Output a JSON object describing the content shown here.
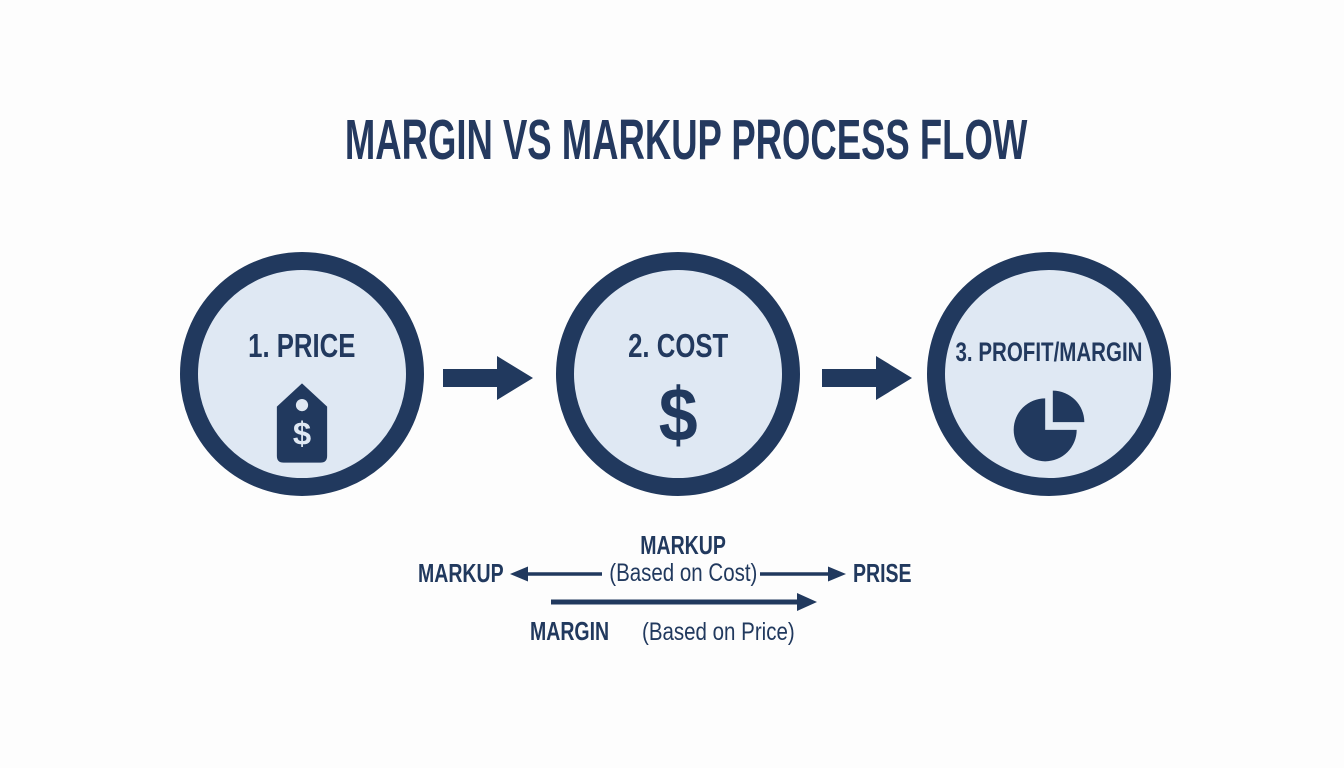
{
  "title": "MARGIN VS MARKUP PROCESS FLOW",
  "steps": [
    {
      "label": "1. PRICE",
      "icon": "price-tag-icon",
      "tag_glyph": "$"
    },
    {
      "label": "2. COST",
      "icon": "dollar-sign-icon",
      "icon_glyph": "$"
    },
    {
      "label": "3. PROFIT/MARGIN",
      "icon": "pie-chart-icon"
    }
  ],
  "flow_arrows": [
    {
      "name": "price-to-cost-arrow"
    },
    {
      "name": "cost-to-profit-arrow"
    }
  ],
  "annotations": {
    "markup_row": {
      "left_label": "MARKUP",
      "center_title": "MARKUP",
      "center_subtitle": "(Based on Cost)",
      "right_label": "PRISE"
    },
    "margin_row": {
      "bold_label": "MARGIN",
      "rest_label": "(Based on Price)"
    }
  },
  "colors": {
    "navy": "#21395e",
    "circle_fill": "#dfe8f3",
    "background": "#fdfdfd"
  }
}
